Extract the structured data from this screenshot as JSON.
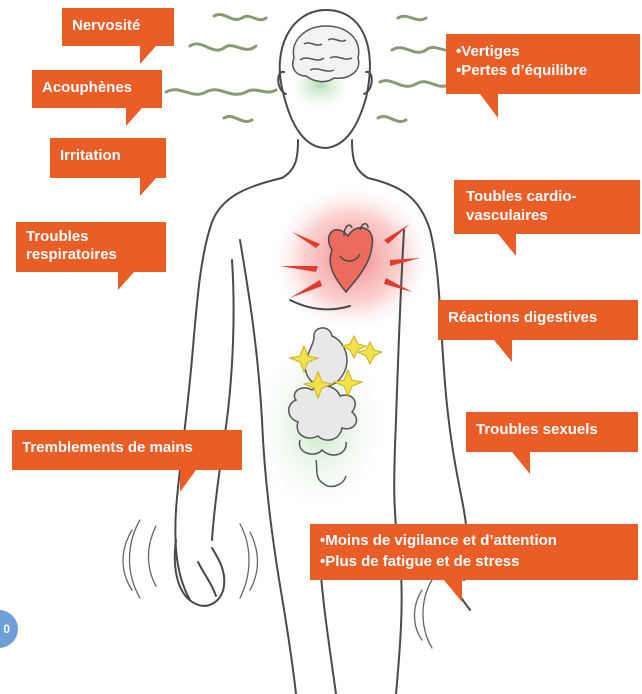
{
  "labels": {
    "nervousness": "Nervosité",
    "tinnitus": "Acouphènes",
    "irritation": "Irritation",
    "respiratory": "Troubles respiratoires",
    "vertigo": [
      "Vertiges",
      "Pertes d’équilibre"
    ],
    "cardio": "Toubles cardio-vasculaires",
    "digestive": "Réactions digestives",
    "sexual": "Troubles sexuels",
    "hands": "Tremblements de mains",
    "vigilance": [
      "Moins de vigilance et d’attention",
      "Plus de fatigue et de stress"
    ]
  },
  "page_number": "0",
  "colors": {
    "callout": "#ea5d26",
    "heart_glow": "#f26d6d",
    "brain_glow": "#9fd59f",
    "gut_glow": "#b9e2b9",
    "sound_wave": "#8a9a72",
    "outline": "#4a4a4a",
    "badge": "#6f9fd8"
  }
}
